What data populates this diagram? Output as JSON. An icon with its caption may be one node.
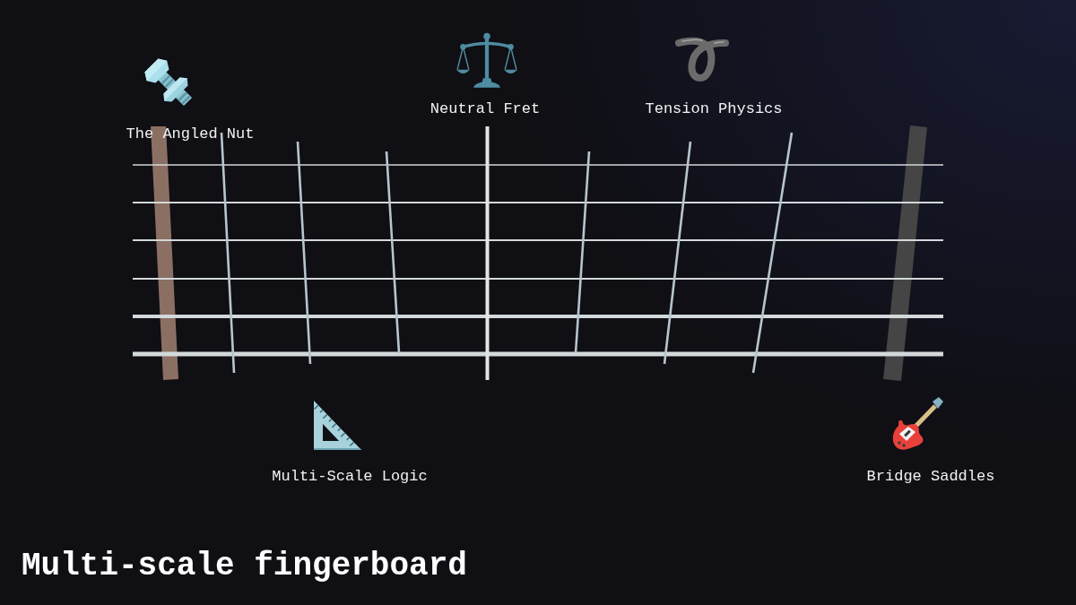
{
  "diagram": {
    "title": "Multi-scale fingerboard",
    "labels": [
      "The Angled Nut",
      "Neutral Fret",
      "Tension Physics",
      "Multi-Scale Logic",
      "Bridge Saddles"
    ]
  }
}
